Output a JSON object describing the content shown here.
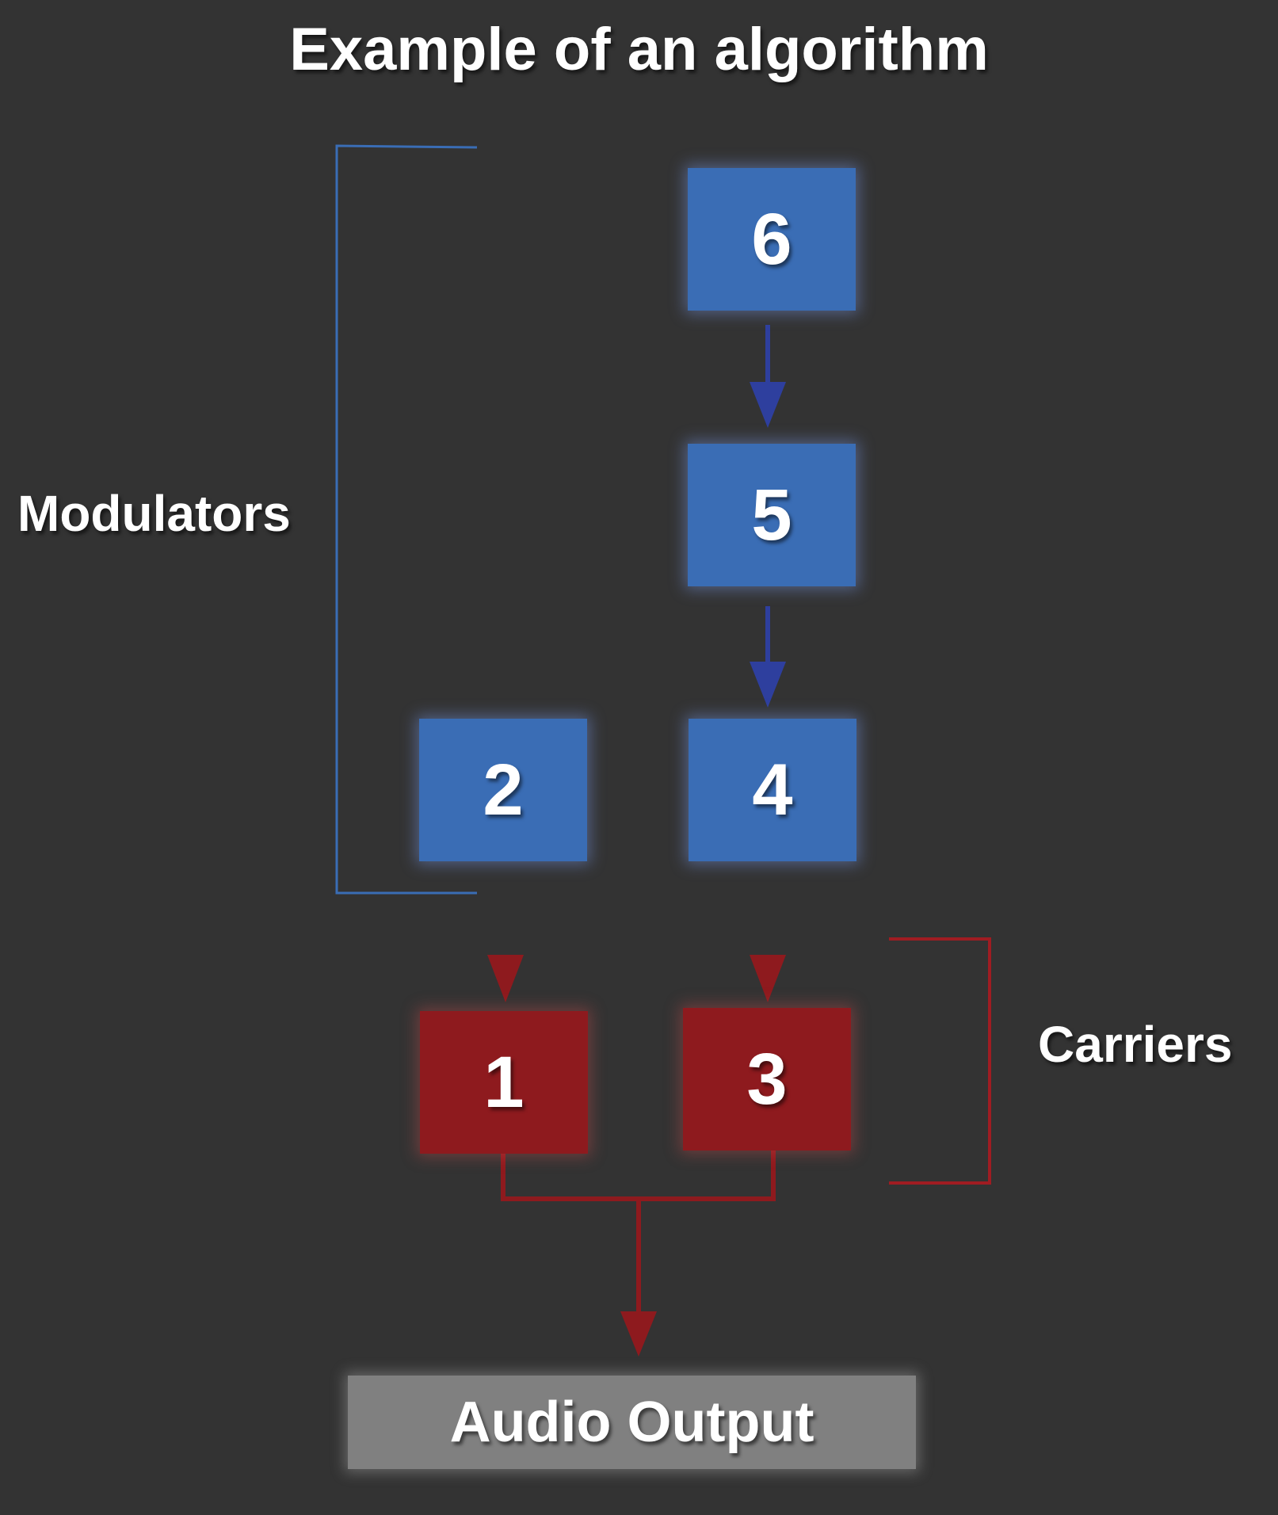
{
  "title": "Example of an algorithm",
  "operators": {
    "op6": "6",
    "op5": "5",
    "op4": "4",
    "op2": "2",
    "op1": "1",
    "op3": "3"
  },
  "groups": {
    "modulators": "Modulators",
    "carriers": "Carriers"
  },
  "output": "Audio Output",
  "colors": {
    "background": "#333333",
    "modulator": "#3a6db5",
    "carrier": "#8e1a1e",
    "output": "#808080",
    "mod_arrow": "#2e3f9e",
    "car_arrow": "#8e1a1e",
    "mod_bracket": "#3a6db5",
    "car_bracket": "#a01c22"
  }
}
